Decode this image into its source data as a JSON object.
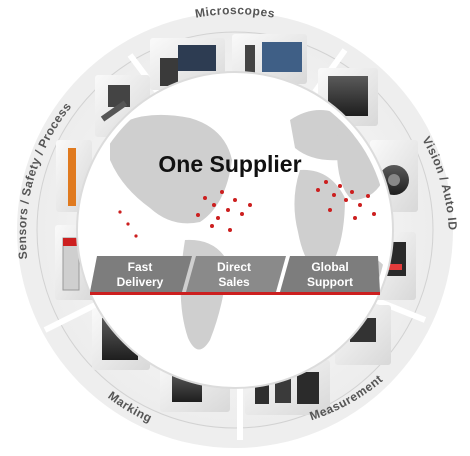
{
  "center": {
    "title": "One Supplier",
    "banners": [
      {
        "line1": "Fast",
        "line2": "Delivery"
      },
      {
        "line1": "Direct",
        "line2": "Sales"
      },
      {
        "line1": "Global",
        "line2": "Support"
      }
    ]
  },
  "categories": [
    {
      "id": "microscopes",
      "label": "Microscopes"
    },
    {
      "id": "vision",
      "label": "Vision / Auto ID"
    },
    {
      "id": "measurement",
      "label": "Measurement"
    },
    {
      "id": "marking",
      "label": "Marking"
    },
    {
      "id": "sensors",
      "label": "Sensors / Safety / Process"
    }
  ],
  "colors": {
    "accent": "#cc1f1f",
    "banner": "#7d7d7d",
    "ring": "#e3e3e3",
    "map": "#cfcfcf",
    "label": "#555555"
  }
}
